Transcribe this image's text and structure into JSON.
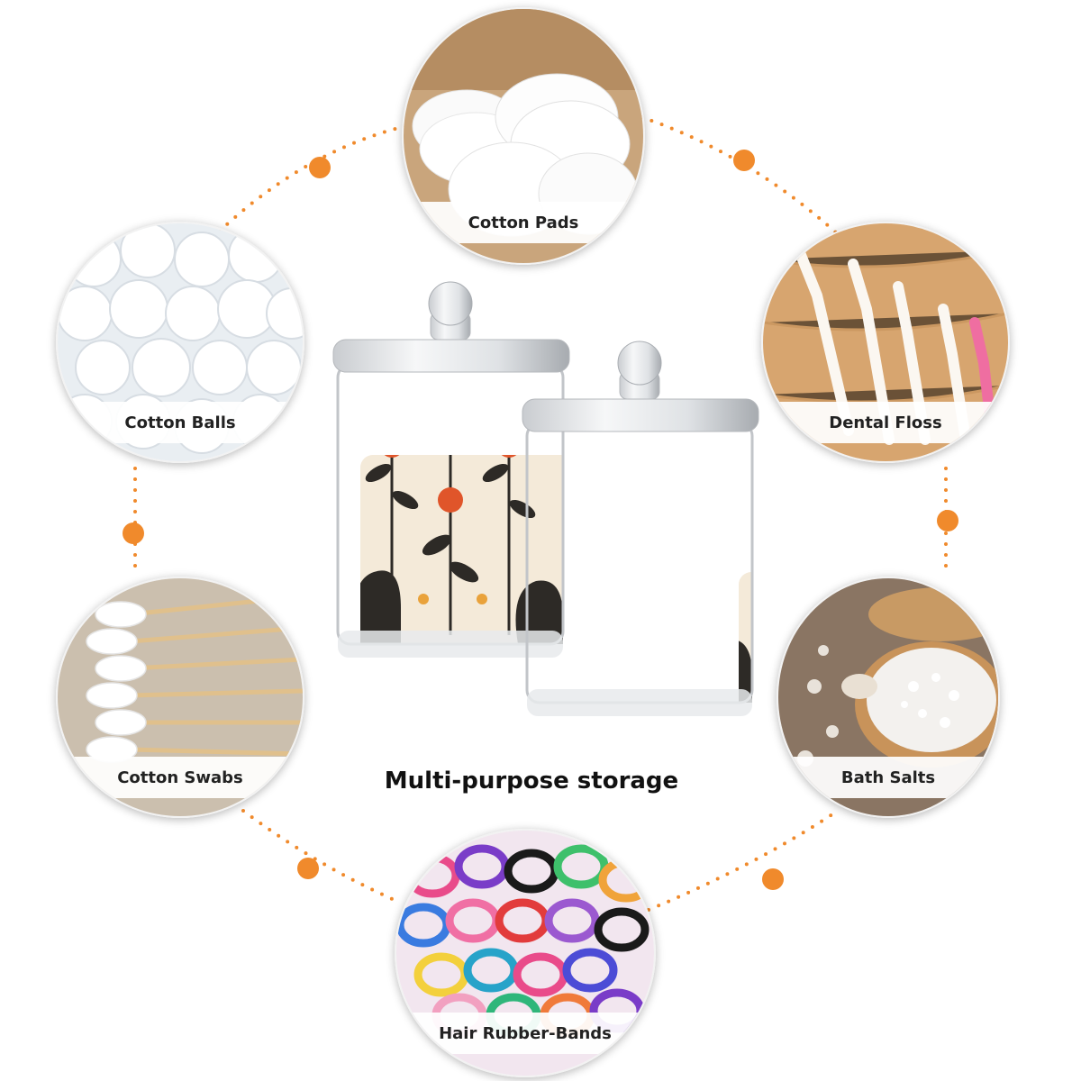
{
  "headline": "Multi-purpose storage",
  "uses": [
    {
      "label": "Cotton Pads"
    },
    {
      "label": "Cotton Balls"
    },
    {
      "label": "Dental Floss"
    },
    {
      "label": "Cotton Swabs"
    },
    {
      "label": "Bath Salts"
    },
    {
      "label": "Hair Rubber-Bands"
    }
  ],
  "colors": {
    "accent": "#f08a2c",
    "jar_background": "#f4ead9",
    "flower_orange": "#e0552a",
    "leaf_dark": "#2d2a26"
  },
  "icons": {
    "center": "apothecary-jars",
    "connector": "orange-dot"
  }
}
